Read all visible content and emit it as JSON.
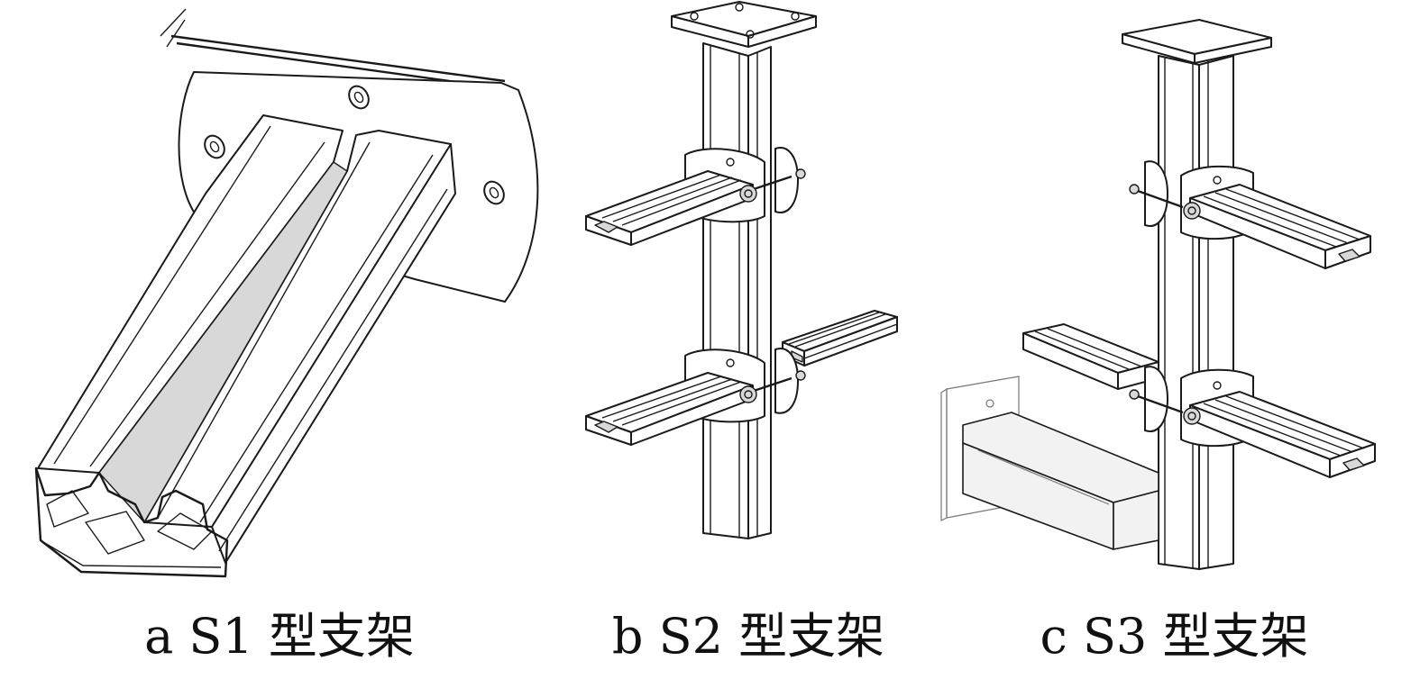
{
  "figure": {
    "panels": [
      {
        "id": "a",
        "caption": "a S1 型支架"
      },
      {
        "id": "b",
        "caption": "b S2 型支架"
      },
      {
        "id": "c",
        "caption": "c S3 型支架"
      }
    ]
  }
}
